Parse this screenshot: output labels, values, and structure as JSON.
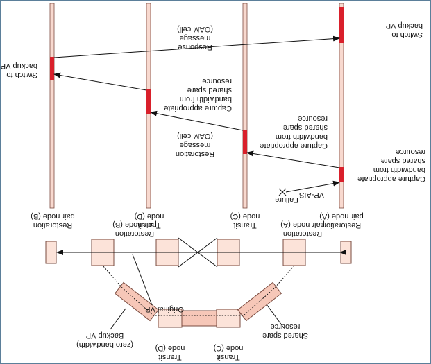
{
  "colors": {
    "frame": "#5b7f9a",
    "lifeline": "#f8d9cf",
    "lifeline_stroke": "#7a4b3f",
    "active": "#d9202b",
    "box_fill": "#fce3d9",
    "bar_fill": "#f6c7b8",
    "ink": "#111111"
  },
  "orientation": "rotated-180",
  "nodes": [
    {
      "id": "B",
      "label_line1": "Restoration",
      "label_line2": "pair node (B)"
    },
    {
      "id": "D",
      "label_line1": "Transit",
      "label_line2": "node (D)"
    },
    {
      "id": "C",
      "label_line1": "Transit",
      "label_line2": "node (C)"
    },
    {
      "id": "A",
      "label_line1": "Restoration",
      "label_line2": "pair node (A)"
    }
  ],
  "sequence": {
    "failure": "Failure",
    "vp_ais": "VP-AIS",
    "capture_a": [
      "Capture appropriate",
      "bandwidth from",
      "shared spare",
      "resource"
    ],
    "capture_c": [
      "Capture appropriate",
      "bandwidth from",
      "shared spare",
      "resource"
    ],
    "capture_d": [
      "Capture appropriate",
      "bandwidth from",
      "shared spare",
      "resource"
    ],
    "restoration_msg": [
      "Restoration",
      "message",
      "(OAM cell)"
    ],
    "switch_b": [
      "Switch to",
      "backup VP"
    ],
    "response_msg": [
      "Response",
      "message",
      "(OAM cell)"
    ],
    "switch_a": [
      "Switch to",
      "backup VP"
    ]
  },
  "topology": {
    "pair_b": [
      "Restoration",
      "pair node (B)"
    ],
    "pair_a": [
      "Restoration",
      "pair node (A)"
    ],
    "original_vp": "Original VP",
    "backup_vp": [
      "Backup VP",
      "(zero bandwidth)"
    ],
    "shared_spare": [
      "Shared spare",
      "resource"
    ],
    "transit_d": [
      "Transit",
      "node (D)"
    ],
    "transit_c": [
      "Transit",
      "node (C)"
    ]
  }
}
